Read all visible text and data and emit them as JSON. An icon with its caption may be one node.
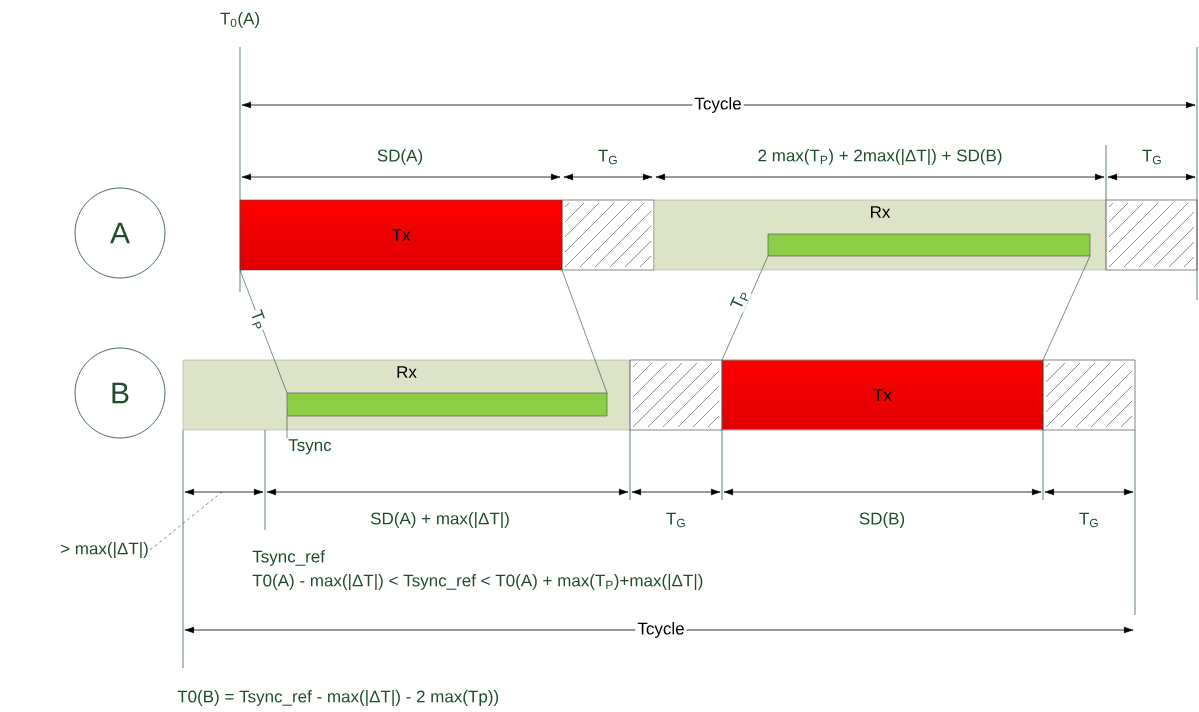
{
  "diagram": {
    "nodes": [
      {
        "text": [
          "A"
        ]
      },
      {
        "text": [
          "Tx"
        ]
      },
      {
        "text": [],
        "shape": "box"
      },
      {
        "text": [
          "Rx"
        ]
      },
      {
        "text": [],
        "shape": "bar",
        "in": 3
      },
      {
        "text": [],
        "shape": "box"
      },
      {
        "text": [
          "B"
        ]
      },
      {
        "text": [
          "Rx"
        ]
      },
      {
        "text": [],
        "shape": "bar",
        "in": 7
      },
      {
        "text": [],
        "shape": "box"
      },
      {
        "text": [
          "Tx"
        ]
      },
      {
        "text": [],
        "shape": "box"
      },
      {
        "text": [
          "Tsync"
        ]
      },
      {
        "text": [
          "> max(|ΔT|)"
        ]
      }
    ],
    "edges": [
      {
        "from": 1,
        "to": 8,
        "arrow": "none",
        "label": "T$_{P}$"
      },
      {
        "from": 1,
        "to": 8,
        "arrow": "none"
      },
      {
        "from": 10,
        "to": 4,
        "arrow": "none",
        "label": "T$_{P}$"
      },
      {
        "from": 10,
        "to": 4,
        "arrow": "none"
      },
      {
        "from": 12,
        "to": 8,
        "arrow": "none"
      },
      {
        "from": 13,
        "to": null,
        "arrow": "none",
        "style": "dashed"
      }
    ],
    "labels": [
      "T$_{0}$(A)",
      "Tcycle",
      "SD(A)",
      "T$_{G}$",
      "2 max(T$_{P}$) + 2max(|ΔT|) + SD(B)",
      "T$_{G}$",
      "SD(A) + max(|ΔT|)",
      "T$_{G}$",
      "SD(B)",
      "T$_{G}$",
      "Tsync_ref",
      "T0(A) - max(|ΔT|) < Tsync_ref < T0(A) + max(T$_{P}$)+max(|ΔT|)",
      "Tcycle",
      "T0(B) = Tsync_ref - max(|ΔT|) - 2 max(Tp))"
    ]
  }
}
